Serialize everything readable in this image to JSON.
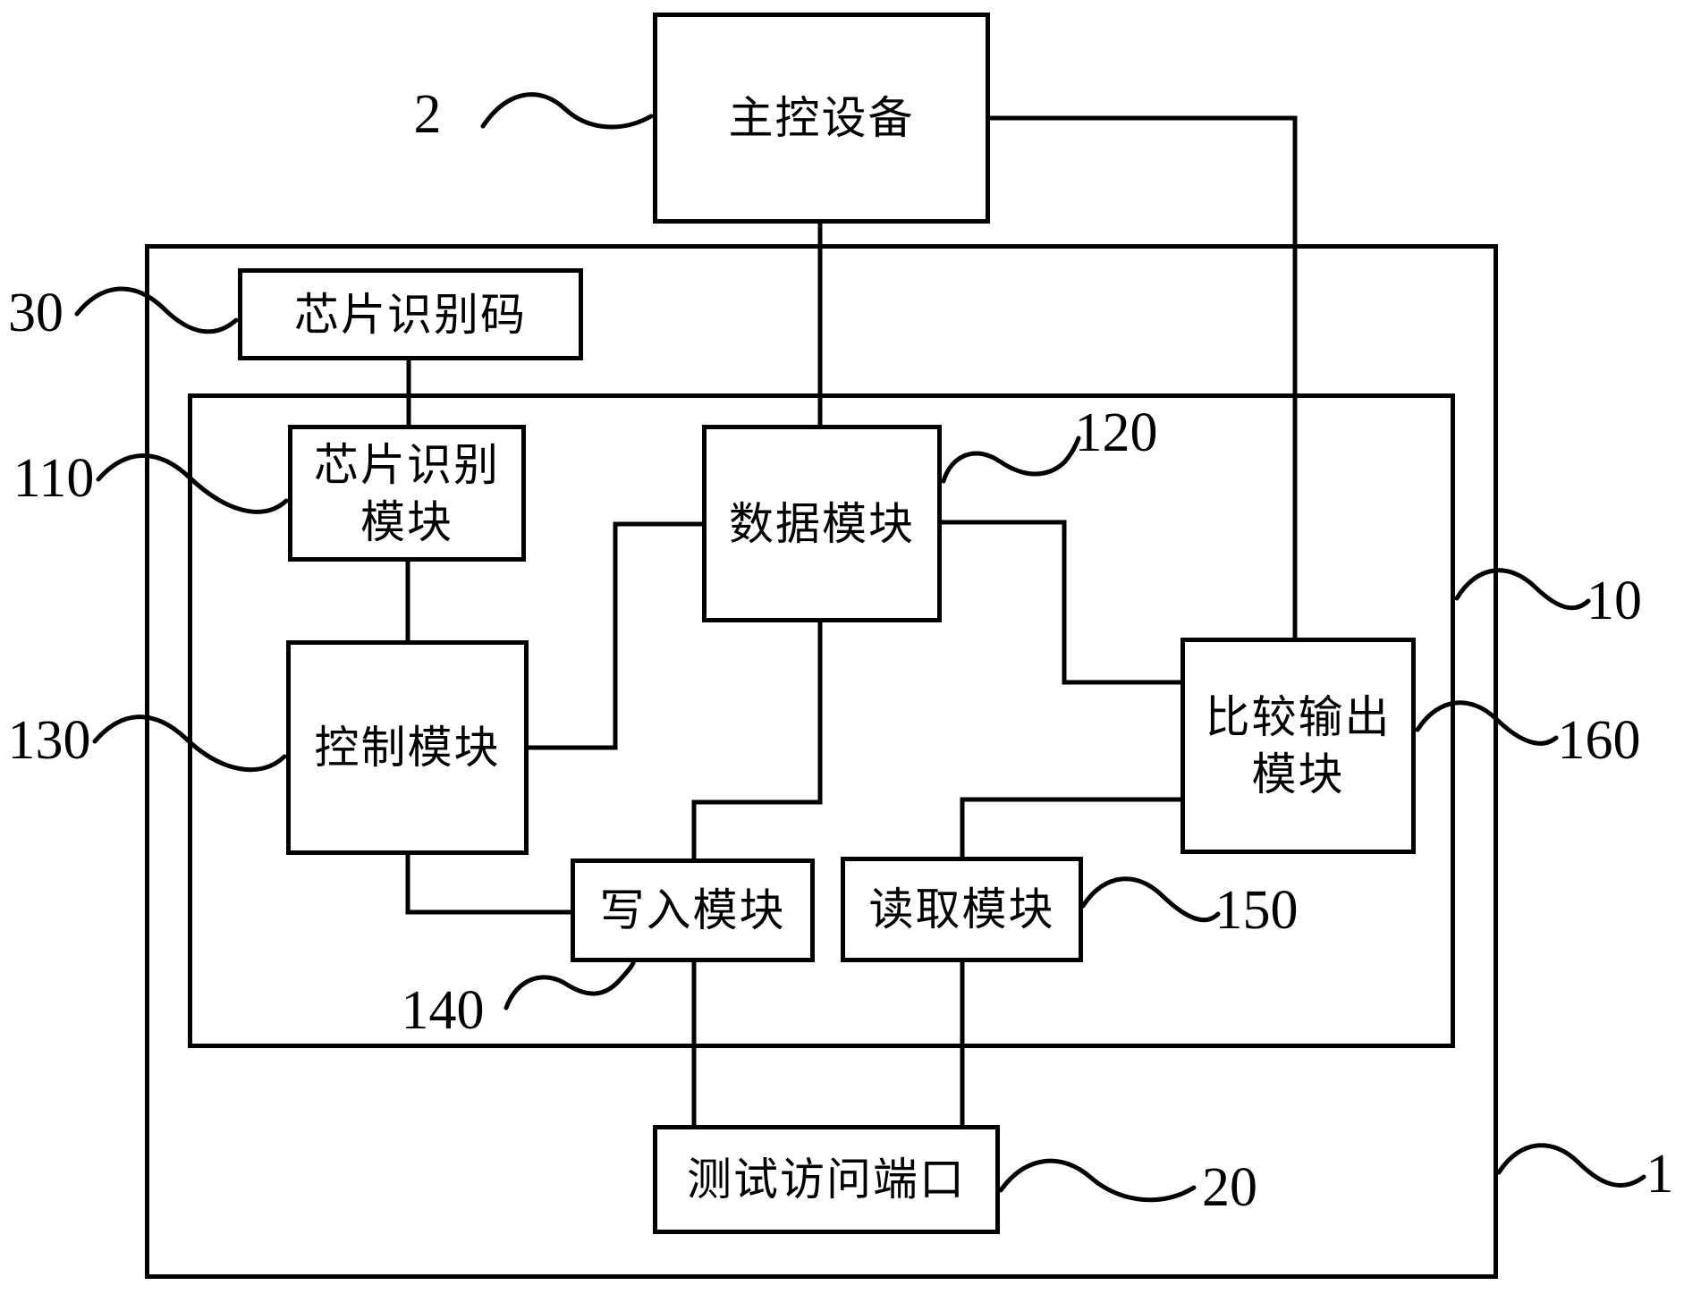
{
  "figure": {
    "type": "patent-block-diagram",
    "colors": {
      "background": "#ffffff",
      "line": "#000000",
      "text": "#000000"
    },
    "boxes": {
      "master_device": {
        "label": "主控设备",
        "ref": "2"
      },
      "chip_id_code": {
        "label": "芯片识别码",
        "ref": "30"
      },
      "chip_id_module": {
        "label": "芯片识别\n模块",
        "ref": "110"
      },
      "data_module": {
        "label": "数据模块",
        "ref": "120"
      },
      "control_module": {
        "label": "控制模块",
        "ref": "130"
      },
      "compare_output_module": {
        "label": "比较输出\n模块",
        "ref": "160"
      },
      "write_module": {
        "label": "写入模块",
        "ref": "140"
      },
      "read_module": {
        "label": "读取模块",
        "ref": "150"
      },
      "test_access_port": {
        "label": "测试访问端口",
        "ref": "20"
      },
      "outer_boundary": {
        "label": "",
        "ref": "1"
      },
      "inner_boundary": {
        "label": "",
        "ref": "10"
      }
    }
  }
}
